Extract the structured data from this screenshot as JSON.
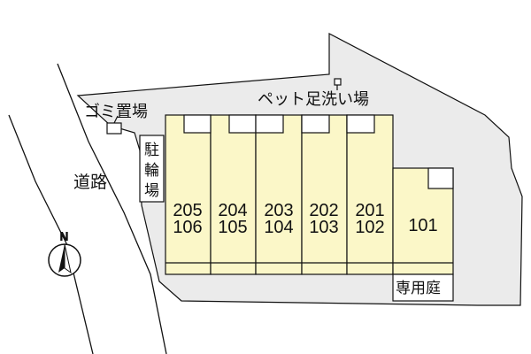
{
  "labels": {
    "garbage": "ゴミ置場",
    "pet_wash": "ペット足洗い場",
    "road": "道路",
    "parking": [
      "駐",
      "輪",
      "場"
    ],
    "garden": "専用庭",
    "north": "N"
  },
  "units": [
    {
      "upper": "205",
      "lower": "106"
    },
    {
      "upper": "204",
      "lower": "105"
    },
    {
      "upper": "203",
      "lower": "104"
    },
    {
      "upper": "202",
      "lower": "103"
    },
    {
      "upper": "201",
      "lower": "102"
    },
    {
      "upper": "101",
      "lower": ""
    }
  ],
  "colors": {
    "site": "#ebebeb",
    "building": "#fbf7c8",
    "outline": "#111111"
  },
  "icons": {
    "compass": "north-arrow-icon",
    "faucet": "faucet-icon",
    "garbage": "garbage-box-icon"
  }
}
